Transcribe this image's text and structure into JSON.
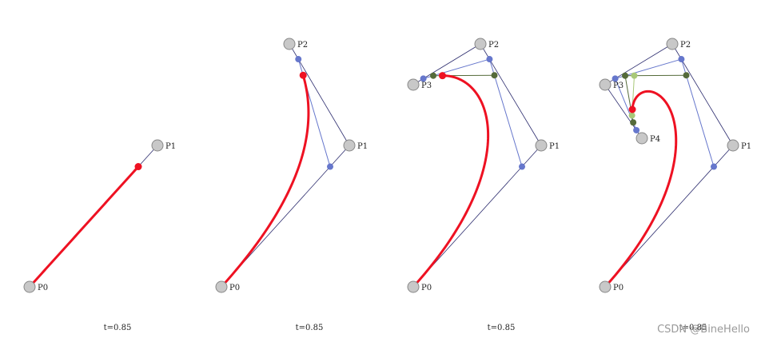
{
  "t": 0.85,
  "t_label": "t=0.85",
  "watermark": "CSDN @BineHello",
  "colors": {
    "curve": "#ee1122",
    "point_fill": "#c8c8c8",
    "point_stroke": "#888888",
    "hull": "#2c2c6e",
    "level1": "#6677cc",
    "level2": "#556b3a",
    "level3": "#a8c878",
    "result": "#ee1122"
  },
  "panels": [
    {
      "labels": [
        "P0",
        "P1"
      ],
      "points": [
        [
          37,
          359
        ],
        [
          197,
          182
        ]
      ]
    },
    {
      "labels": [
        "P0",
        "P1",
        "P2"
      ],
      "points": [
        [
          277,
          359
        ],
        [
          437,
          182
        ],
        [
          362,
          55
        ]
      ]
    },
    {
      "labels": [
        "P0",
        "P1",
        "P2",
        "P3"
      ],
      "points": [
        [
          517,
          359
        ],
        [
          677,
          182
        ],
        [
          601,
          55
        ],
        [
          517,
          106
        ]
      ]
    },
    {
      "labels": [
        "P0",
        "P1",
        "P2",
        "P3",
        "P4"
      ],
      "points": [
        [
          757,
          359
        ],
        [
          917,
          182
        ],
        [
          841,
          55
        ],
        [
          757,
          106
        ],
        [
          803,
          173
        ]
      ]
    }
  ]
}
